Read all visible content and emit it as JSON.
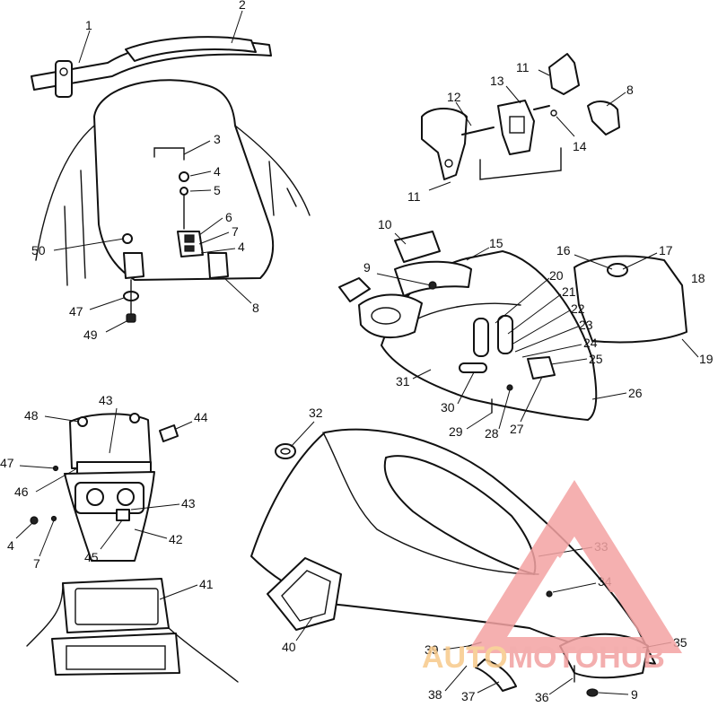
{
  "callouts": [
    {
      "id": "c1",
      "text": "1"
    },
    {
      "id": "c2",
      "text": "2"
    },
    {
      "id": "c3",
      "text": "3"
    },
    {
      "id": "c4a",
      "text": "4"
    },
    {
      "id": "c5",
      "text": "5"
    },
    {
      "id": "c6",
      "text": "6"
    },
    {
      "id": "c7a",
      "text": "7"
    },
    {
      "id": "c4b",
      "text": "4"
    },
    {
      "id": "c50",
      "text": "50"
    },
    {
      "id": "c8a",
      "text": "8"
    },
    {
      "id": "c47a",
      "text": "47"
    },
    {
      "id": "c49",
      "text": "49"
    },
    {
      "id": "c11a",
      "text": "11"
    },
    {
      "id": "c12",
      "text": "12"
    },
    {
      "id": "c13",
      "text": "13"
    },
    {
      "id": "c8b",
      "text": "8"
    },
    {
      "id": "c14",
      "text": "14"
    },
    {
      "id": "c11b",
      "text": "11"
    },
    {
      "id": "c10",
      "text": "10"
    },
    {
      "id": "c15",
      "text": "15"
    },
    {
      "id": "c9a",
      "text": "9"
    },
    {
      "id": "c16",
      "text": "16"
    },
    {
      "id": "c17",
      "text": "17"
    },
    {
      "id": "c18",
      "text": "18"
    },
    {
      "id": "c19",
      "text": "19"
    },
    {
      "id": "c20",
      "text": "20"
    },
    {
      "id": "c21",
      "text": "21"
    },
    {
      "id": "c22",
      "text": "22"
    },
    {
      "id": "c23",
      "text": "23"
    },
    {
      "id": "c24",
      "text": "24"
    },
    {
      "id": "c25",
      "text": "25"
    },
    {
      "id": "c26",
      "text": "26"
    },
    {
      "id": "c31",
      "text": "31"
    },
    {
      "id": "c30",
      "text": "30"
    },
    {
      "id": "c29",
      "text": "29"
    },
    {
      "id": "c28",
      "text": "28"
    },
    {
      "id": "c27",
      "text": "27"
    },
    {
      "id": "c48",
      "text": "48"
    },
    {
      "id": "c43a",
      "text": "43"
    },
    {
      "id": "c44",
      "text": "44"
    },
    {
      "id": "c47b",
      "text": "47"
    },
    {
      "id": "c46",
      "text": "46"
    },
    {
      "id": "c43b",
      "text": "43"
    },
    {
      "id": "c4c",
      "text": "4"
    },
    {
      "id": "c7b",
      "text": "7"
    },
    {
      "id": "c45",
      "text": "45"
    },
    {
      "id": "c42",
      "text": "42"
    },
    {
      "id": "c41",
      "text": "41"
    },
    {
      "id": "c32",
      "text": "32"
    },
    {
      "id": "c33",
      "text": "33"
    },
    {
      "id": "c34",
      "text": "34"
    },
    {
      "id": "c40",
      "text": "40"
    },
    {
      "id": "c35",
      "text": "35"
    },
    {
      "id": "c39",
      "text": "39"
    },
    {
      "id": "c38",
      "text": "38"
    },
    {
      "id": "c37",
      "text": "37"
    },
    {
      "id": "c36",
      "text": "36"
    },
    {
      "id": "c9b",
      "text": "9"
    }
  ],
  "watermark": {
    "text": "AUTOMOTOHUB",
    "color_triangle": "#f4a3a3",
    "color_auto": "#f7c98a",
    "color_motohub": "#f2a0a0"
  }
}
